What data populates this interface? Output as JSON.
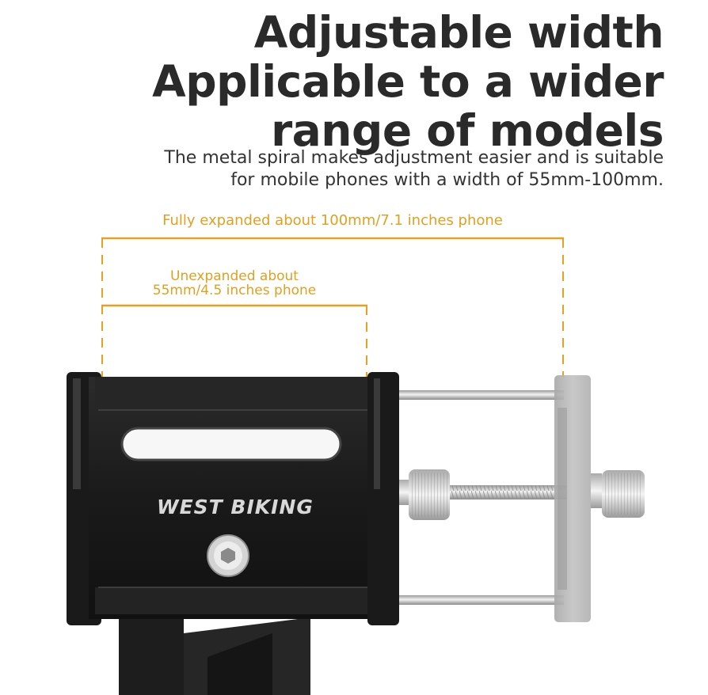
{
  "headline": {
    "line1": "Adjustable width",
    "line2": "Applicable to a wider",
    "line3": "range of models"
  },
  "description": {
    "line1": "The metal spiral makes adjustment easier and is suitable",
    "line2": "for mobile phones with a width of 55mm-100mm."
  },
  "dimensions": {
    "full_label": "Fully expanded about 100mm/7.1 inches phone",
    "unexpanded_line1": "Unexpanded about",
    "unexpanded_line2": "55mm/4.5 inches phone"
  },
  "product": {
    "brand": "WEST BIKING"
  },
  "colors": {
    "accent": "#e8a020",
    "headline_text": "#2a2a2a",
    "body_text": "#333333",
    "holder_black": "#1c1c1c",
    "holder_ghost": "#b4b4b4"
  }
}
